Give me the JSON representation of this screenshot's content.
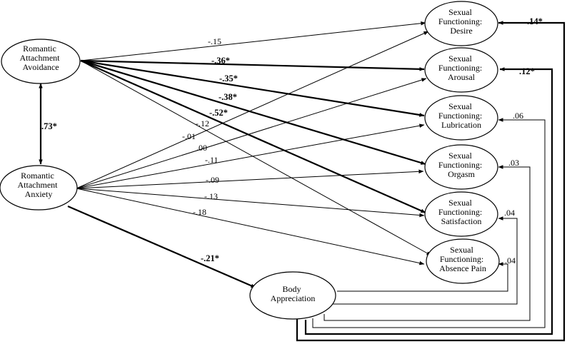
{
  "nodes": {
    "avoidance": {
      "lines": [
        "Romantic",
        "Attachment",
        "Avoidance"
      ]
    },
    "anxiety": {
      "lines": [
        "Romantic",
        "Attachment",
        "Anxiety"
      ]
    },
    "body": {
      "lines": [
        "Body",
        "Appreciation"
      ]
    },
    "desire": {
      "lines": [
        "Sexual",
        "Functioning:",
        "Desire"
      ]
    },
    "arousal": {
      "lines": [
        "Sexual",
        "Functioning:",
        "Arousal"
      ]
    },
    "lubrication": {
      "lines": [
        "Sexual",
        "Functioning:",
        "Lubrication"
      ]
    },
    "orgasm": {
      "lines": [
        "Sexual",
        "Functioning:",
        "Orgasm"
      ]
    },
    "satisfaction": {
      "lines": [
        "Sexual",
        "Functioning:",
        "Satisfaction"
      ]
    },
    "absence_pain": {
      "lines": [
        "Sexual",
        "Functioning:",
        "Absence Pain"
      ]
    }
  },
  "paths": {
    "avoidance_anxiety": {
      "label": ".73*",
      "significant": true
    },
    "avoidance_desire": {
      "label": "-.15",
      "significant": false
    },
    "avoidance_arousal": {
      "label": "-.36*",
      "significant": true
    },
    "avoidance_lubrication": {
      "label": "-.35*",
      "significant": true
    },
    "avoidance_orgasm": {
      "label": "-.38*",
      "significant": true
    },
    "avoidance_satisfaction": {
      "label": "-.52*",
      "significant": true
    },
    "avoidance_absence_pain": {
      "label": "-.12",
      "significant": false
    },
    "anxiety_desire": {
      "label": "-.01",
      "significant": false
    },
    "anxiety_arousal": {
      "label": ".00",
      "significant": false
    },
    "anxiety_lubrication": {
      "label": "-.11",
      "significant": false
    },
    "anxiety_orgasm": {
      "label": "-.09",
      "significant": false
    },
    "anxiety_satisfaction": {
      "label": "-.13",
      "significant": false
    },
    "anxiety_absence_pain": {
      "label": "-.18",
      "significant": false
    },
    "anxiety_body": {
      "label": "-.21*",
      "significant": true
    },
    "body_desire": {
      "label": ".14*",
      "significant": true
    },
    "body_arousal": {
      "label": ".12*",
      "significant": true
    },
    "body_lubrication": {
      "label": ".06",
      "significant": false
    },
    "body_orgasm": {
      "label": ".03",
      "significant": false
    },
    "body_satisfaction": {
      "label": ".04",
      "significant": false
    },
    "body_absence_pain": {
      "label": ".04",
      "significant": false
    }
  }
}
